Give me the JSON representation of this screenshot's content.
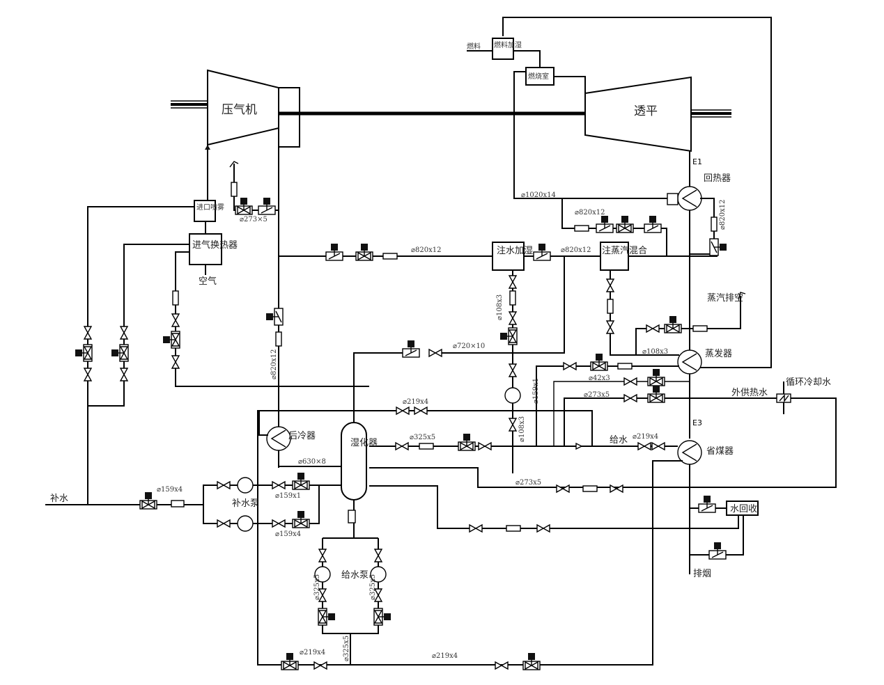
{
  "diagram": {
    "title": "燃气轮机湿空气循环系统流程图",
    "equipment": {
      "compressor": "压气机",
      "turbine": "透平",
      "fuel_heater": "燃料加湿",
      "fuel_label": "燃料",
      "combustor": "燃烧室",
      "inlet_spray": "进口喷雾",
      "inlet_heater": "进气换热器",
      "air": "空气",
      "recuperator": "回热器",
      "recuperator_tag": "E1",
      "water_humidifier": "注水加湿",
      "steam_mixer": "注蒸汽混合",
      "steam_vent": "蒸汽排空",
      "evaporator": "蒸发器",
      "circ_cooling": "循环冷却水",
      "external_hot_water": "外供热水",
      "economizer": "省煤器",
      "economizer_tag": "E3",
      "feed_water": "给水",
      "aftercooler": "后冷器",
      "saturator": "湿化器",
      "makeup_water": "补水",
      "makeup_pump": "补水泵",
      "feed_pump": "给水泵",
      "water_recovery": "水回收",
      "exhaust": "排烟"
    },
    "pipe_sizes": {
      "recup_main": "⌀1020x14",
      "recup_bypass": "⌀820x12",
      "recup_right": "⌀820x12",
      "compressor_out": "⌀273×5",
      "humid_in": "⌀820x12",
      "humid_out": "⌀820x12",
      "hp_vertical": "⌀820x12",
      "humid_water": "⌀108x3",
      "saturator_out": "⌀720×10",
      "evap_steam": "⌀108x3",
      "evap_in": "⌀42x3",
      "hot_water": "⌀273x5",
      "loop_219": "⌀219x4",
      "sat_water_out": "⌀325x5",
      "pump_inject": "⌀108x3",
      "vertical_159": "⌀159x1",
      "feed_econ": "⌀219x4",
      "aftercooler_out": "⌀630×8",
      "makeup_main": "⌀159x4",
      "makeup_top": "⌀159x1",
      "makeup_bottom": "⌀159x4",
      "econ_return": "⌀273x5",
      "feed_pump_left": "⌀325x5",
      "feed_pump_right": "⌀325x5",
      "feed_pump_out": "⌀325x5",
      "bottom_left": "⌀219x4",
      "bottom_right": "⌀219x4"
    }
  }
}
